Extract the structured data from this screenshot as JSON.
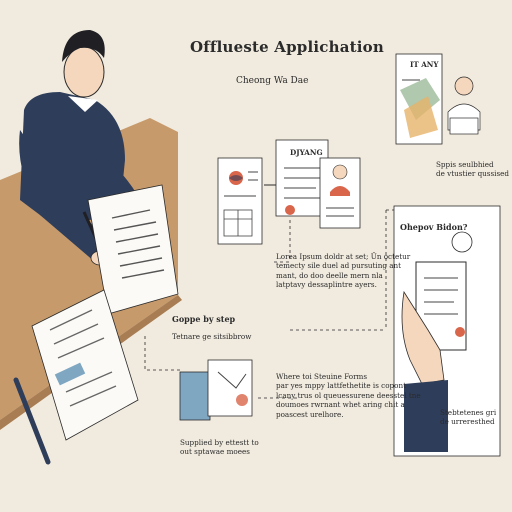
{
  "header": {
    "title": "Offlueste Applichation",
    "subtitle": "Cheong Wa Dae"
  },
  "labels": {
    "top_right_caption": "Sppis seulbhied\nde vtustier qussised",
    "doc_caption": "Lorea Ipsum doldr at set; Ûn octetur\ntemecty sile duel ad pursuting ant\nmant, do doo deelle mern nla\nlatptavy dessaplintre ayers.",
    "step_heading": "Goppe by step",
    "step_sub": "Tetnare ge sitsibbrow",
    "forms_caption": "Where toi Steuine Forms\npar yes mppy lattfethetite is copont\nlcany trus ol queuessurene deesstel tne\ndoumoes rwrnant whet aring chit a\npoascest urelhore.",
    "bottom_caption": "Supplied by ettestt to\nout sptawae moees",
    "phone_heading": "Ohepov Bidon?",
    "right_caption": "Stebtetenes gri\nde urreresthed",
    "doc_tag": "DJYANG",
    "doc_tag2": "IT ANY"
  },
  "colors": {
    "background": "#f1ebdf",
    "navy": "#2e3d5a",
    "desk": "#c79a6b",
    "accent_red": "#d9654a",
    "accent_green": "#8fb08a",
    "accent_blue": "#7fa7c2"
  }
}
